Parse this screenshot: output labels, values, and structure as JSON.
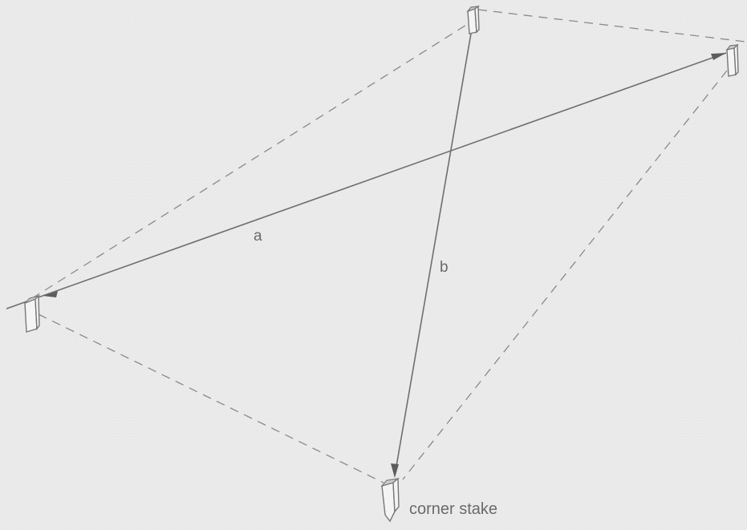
{
  "diagram": {
    "labels": {
      "diagonal_a": "a",
      "diagonal_b": "b",
      "corner_stake": "corner stake"
    },
    "stakes": [
      "left-stake",
      "top-stake",
      "right-stake",
      "bottom-corner-stake"
    ],
    "lines": {
      "diagonals": [
        "a",
        "b"
      ],
      "sides_style": "dashed"
    }
  }
}
